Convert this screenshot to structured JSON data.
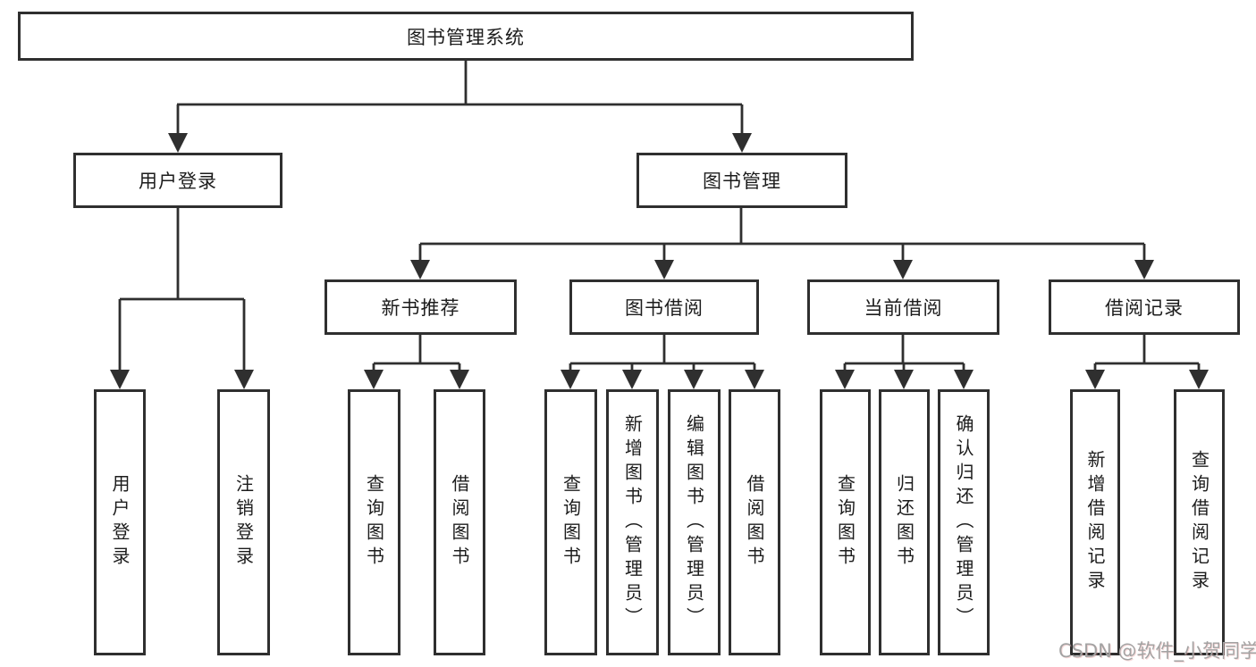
{
  "nodes": {
    "root": "图书管理系统",
    "level2": [
      {
        "label": "用户登录"
      },
      {
        "label": "图书管理"
      }
    ],
    "level3": [
      {
        "label": "新书推荐"
      },
      {
        "label": "图书借阅"
      },
      {
        "label": "当前借阅"
      },
      {
        "label": "借阅记录"
      }
    ],
    "leaves": {
      "user_login": [
        "用户登录",
        "注销登录"
      ],
      "new_book": [
        "查询图书",
        "借阅图书"
      ],
      "book_borrow": [
        "查询图书",
        "新增图书（管理员）",
        "编辑图书（管理员）",
        "借阅图书"
      ],
      "current_borrow": [
        "查询图书",
        "归还图书",
        "确认归还（管理员）"
      ],
      "borrow_record": [
        "新增借阅记录",
        "查询借阅记录"
      ]
    }
  },
  "colors": {
    "line": "#2f2f2f",
    "text": "#1c1c1c",
    "watermark_gray": "#a3a3a3",
    "background": "#ffffff"
  },
  "watermark": "CSDN @软件_小贺同学"
}
